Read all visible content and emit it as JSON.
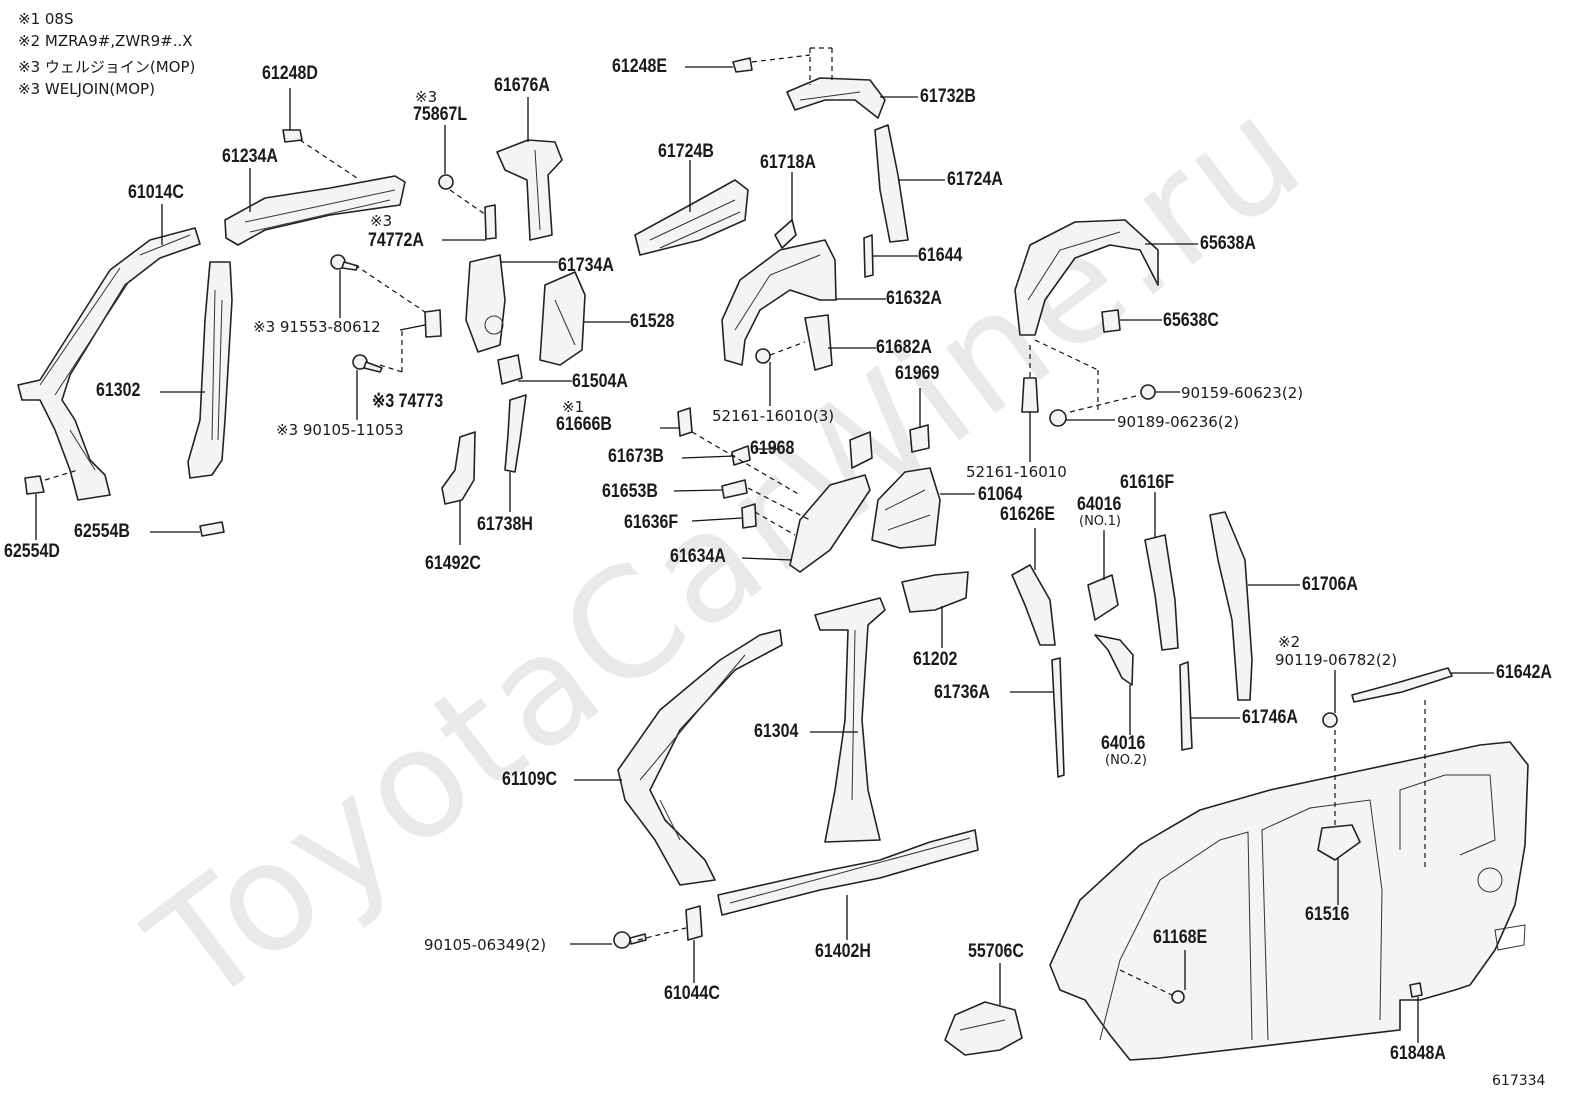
{
  "notes": [
    "※1 08S",
    "※2 MZRA9#,ZWR9#..X",
    "※3 ウェルジョイン(MOP)",
    "※3 WELJOIN(MOP)"
  ],
  "watermark": "ToyotaCarWine.ru",
  "diagram_id": "617334",
  "labels": {
    "p61248D": "61248D",
    "p61234A": "61234A",
    "p61014C": "61014C",
    "p61302": "61302",
    "p62554B": "62554B",
    "p62554D": "62554D",
    "m75867L": "※3",
    "p75867L": "75867L",
    "m74772A": "※3",
    "p74772A": "74772A",
    "p91553": "※3 91553-80612",
    "p74773": "※3 74773",
    "p90105_11053": "※3 90105-11053",
    "p61676A": "61676A",
    "p61734A": "61734A",
    "p61528": "61528",
    "p61504A": "61504A",
    "p61492C": "61492C",
    "p61738H": "61738H",
    "p61248E": "61248E",
    "p61732B": "61732B",
    "p61724B": "61724B",
    "p61718A": "61718A",
    "p61724A": "61724A",
    "p61644": "61644",
    "p61632A": "61632A",
    "p61682A": "61682A",
    "p52161_16010_3": "52161-16010(3)",
    "m61666B": "※1",
    "p61666B": "61666B",
    "p61673B": "61673B",
    "p61968": "61968",
    "p61969": "61969",
    "p61653B": "61653B",
    "p61636F": "61636F",
    "p61634A": "61634A",
    "p61064": "61064",
    "p65638A": "65638A",
    "p65638C": "65638C",
    "p90159": "90159-60623(2)",
    "p90189": "90189-06236(2)",
    "p52161_16010": "52161-16010",
    "p61626E": "61626E",
    "p64016_1": "64016",
    "p64016_1_sub": "(NO.1)",
    "p61616F": "61616F",
    "p61706A": "61706A",
    "m90119": "※2",
    "p90119": "90119-06782(2)",
    "p61642A": "61642A",
    "p61202": "61202",
    "p61736A": "61736A",
    "p64016_2": "64016",
    "p64016_2_sub": "(NO.2)",
    "p61746A": "61746A",
    "p61304": "61304",
    "p61109C": "61109C",
    "p61402H": "61402H",
    "p90105_06349": "90105-06349(2)",
    "p61044C": "61044C",
    "p55706C": "55706C",
    "p61168E": "61168E",
    "p61516": "61516",
    "p61848A": "61848A"
  }
}
